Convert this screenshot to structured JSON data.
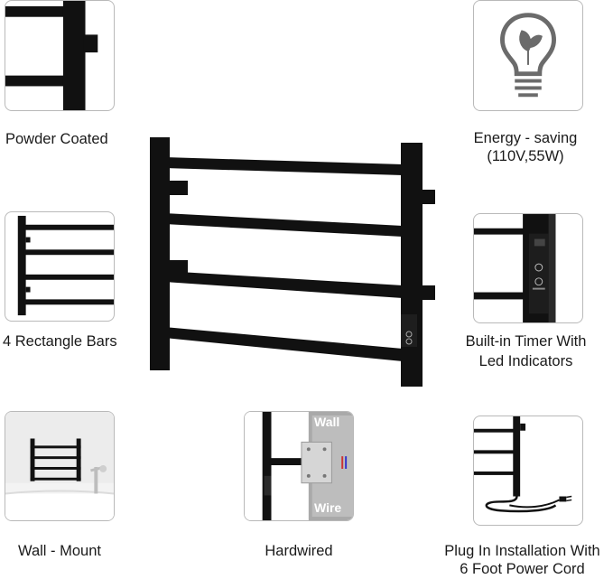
{
  "features": {
    "powder_coated": "Powder Coated",
    "energy_saving_line1": "Energy - saving",
    "energy_saving_line2": "(110V,55W)",
    "rectangle_bars": "4 Rectangle Bars",
    "timer_line1": "Built-in Timer With",
    "timer_line2": "Led Indicators",
    "wall_mount": "Wall - Mount",
    "hardwired": "Hardwired",
    "plugin_line1": "Plug In Installation With",
    "plugin_line2": "6 Foot Power Cord"
  },
  "hardwired_panel": {
    "wall_label": "Wall",
    "wire_label": "Wire"
  },
  "colors": {
    "frame": "#111111",
    "tile_border": "#b9b9b9",
    "bulb_gray": "#6b6b6b"
  },
  "icons": [
    "lightbulb-leaf-icon"
  ]
}
